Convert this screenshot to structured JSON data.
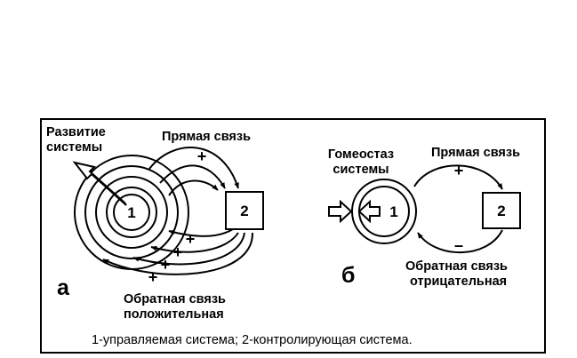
{
  "panel_a": {
    "label": "а",
    "development_label_line1": "Развитие",
    "development_label_line2": "системы",
    "forward_link_label": "Прямая связь",
    "feedback_label_line1": "Обратная связь",
    "feedback_label_line2": "положительная",
    "node1": "1",
    "node2": "2",
    "forward_signs": [
      "+"
    ],
    "feedback_signs": [
      "+",
      "+",
      "+",
      "+"
    ]
  },
  "panel_b": {
    "label": "б",
    "homeostasis_label_line1": "Гомеостаз",
    "homeostasis_label_line2": "системы",
    "forward_link_label": "Прямая связь",
    "feedback_label_line1": "Обратная связь",
    "feedback_label_line2": "отрицательная",
    "node1": "1",
    "node2": "2",
    "forward_sign": "+",
    "feedback_sign": "–"
  },
  "caption": "1-управляемая система; 2-контролирующая система."
}
